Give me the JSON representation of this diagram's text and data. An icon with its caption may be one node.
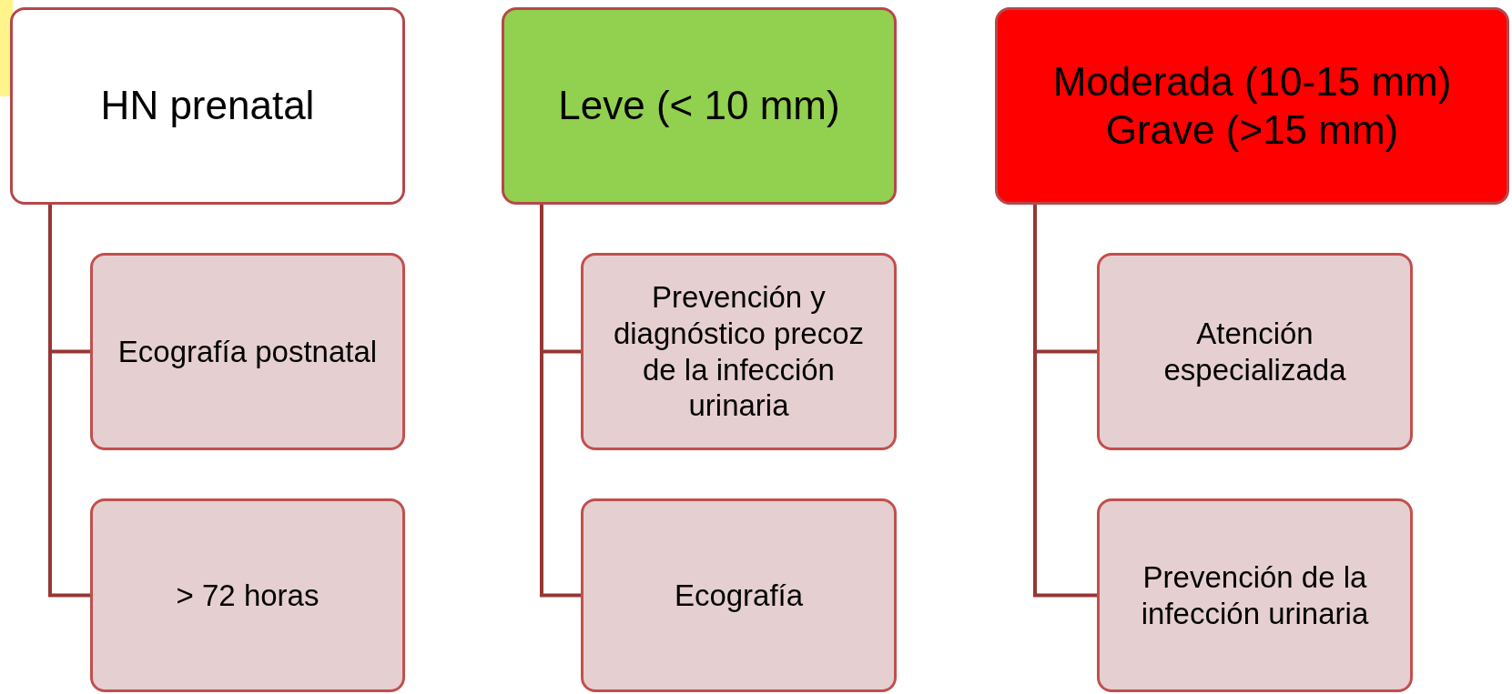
{
  "diagram": {
    "nodes": [
      {
        "text": [
          "HN prenatal"
        ]
      },
      {
        "text": [
          "Ecografía postnatal"
        ]
      },
      {
        "text": [
          "> 72 horas"
        ]
      },
      {
        "text": [
          "Leve (< 10 mm)"
        ]
      },
      {
        "text": [
          "Prevención y diagnóstico precoz de la infección urinaria"
        ]
      },
      {
        "text": [
          "Ecografía"
        ]
      },
      {
        "text": [
          "Moderada (10-15 mm)",
          "Grave (>15 mm)"
        ]
      },
      {
        "text": [
          "Atención especializada"
        ]
      },
      {
        "text": [
          "Prevención de la infección urinaria"
        ]
      }
    ],
    "edges": [
      {
        "from": 0,
        "to": 1,
        "arrow": "none"
      },
      {
        "from": 0,
        "to": 2,
        "arrow": "none"
      },
      {
        "from": 3,
        "to": 4,
        "arrow": "none"
      },
      {
        "from": 3,
        "to": 5,
        "arrow": "none"
      },
      {
        "from": 6,
        "to": 7,
        "arrow": "none"
      },
      {
        "from": 6,
        "to": 8,
        "arrow": "none"
      }
    ]
  }
}
